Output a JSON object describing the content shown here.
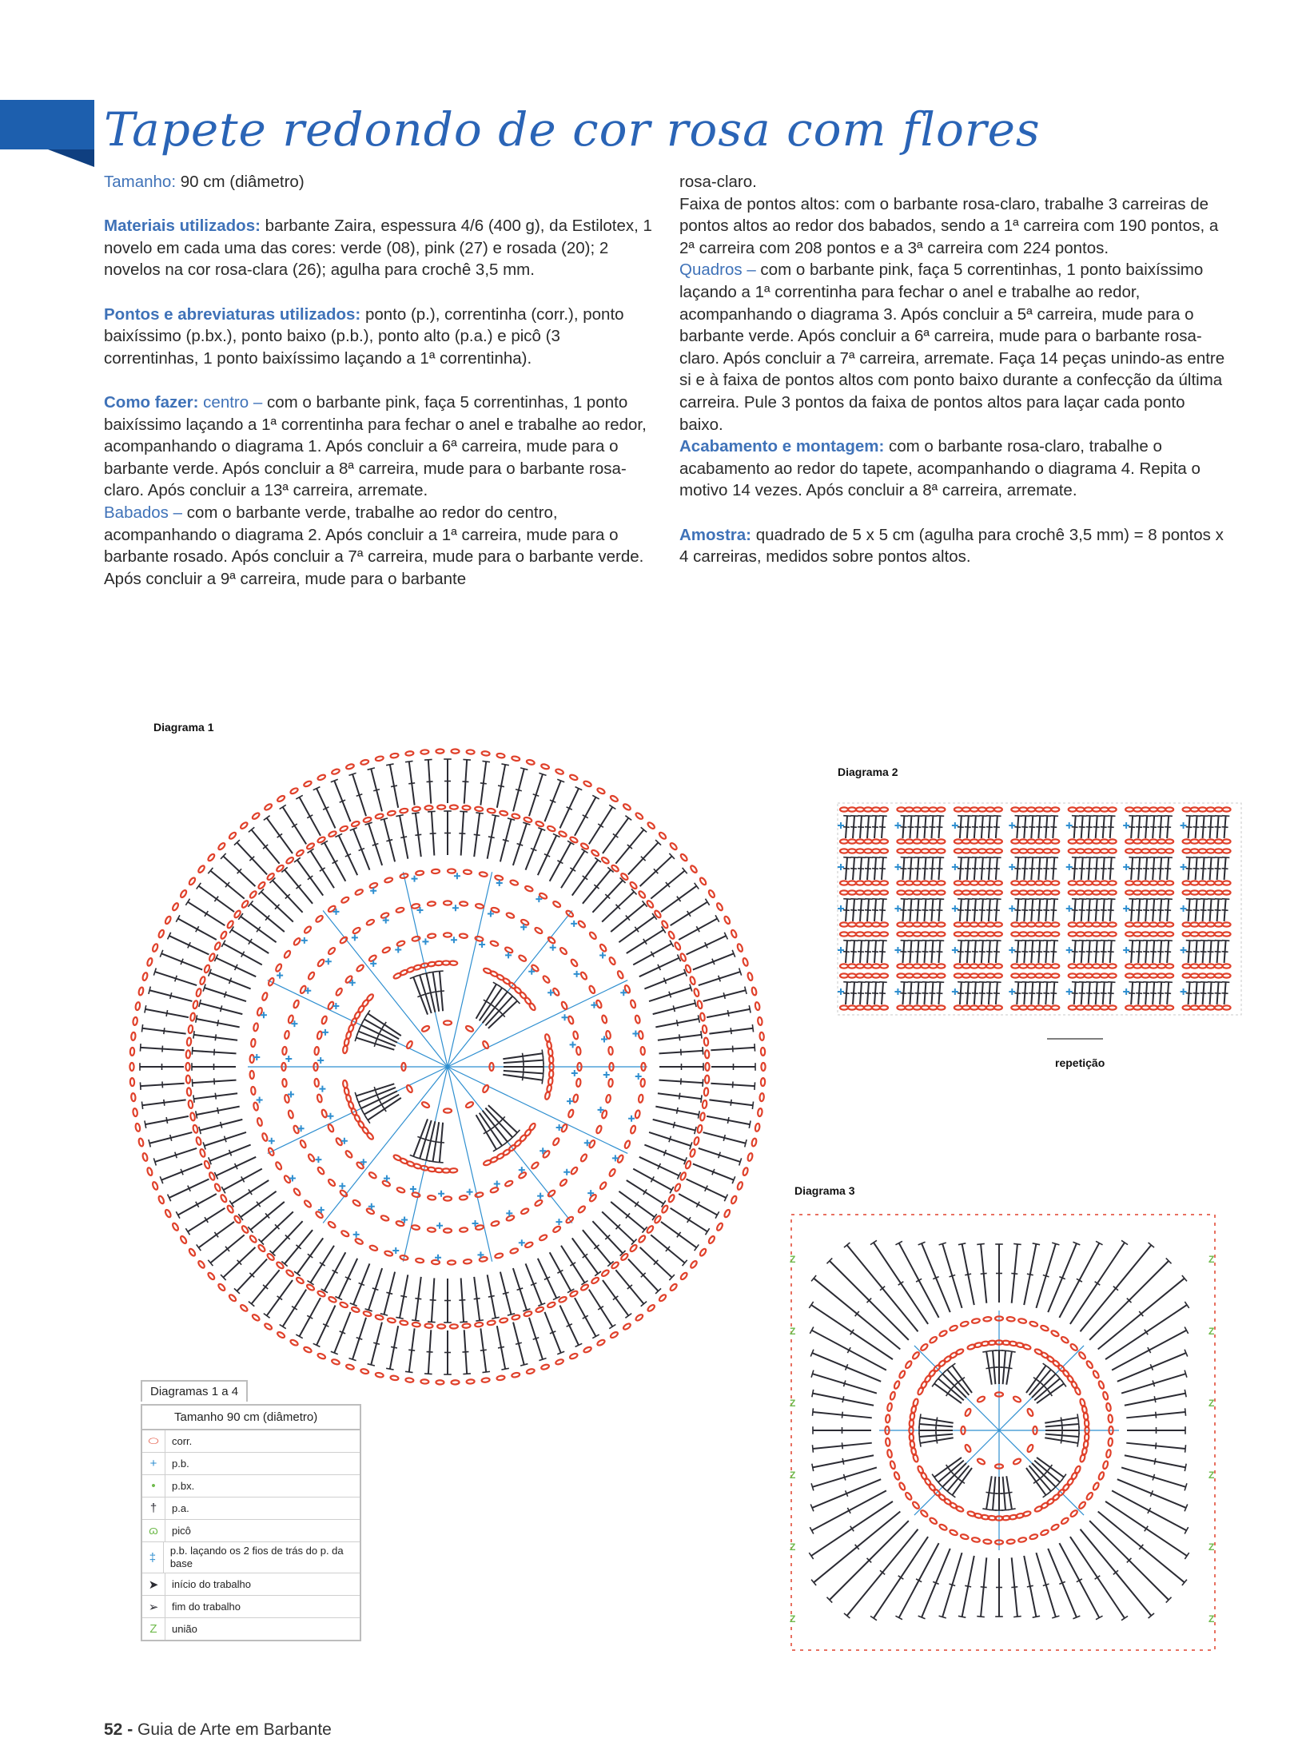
{
  "title": "Tapete redondo de cor rosa com flores",
  "left_column": {
    "size_label": "Tamanho:",
    "size_text": " 90 cm (diâmetro)",
    "materials_label": "Materiais utilizados:",
    "materials_text": " barbante Zaira, espessura 4/6 (400 g), da Estilotex, 1 novelo em cada uma das cores: verde (08), pink (27) e rosada (20); 2 novelos na cor rosa-clara (26); agulha para crochê 3,5 mm.",
    "stitches_label": "Pontos e abreviaturas utilizados:",
    "stitches_text": " ponto (p.), correntinha (corr.), ponto baixíssimo (p.bx.), ponto baixo (p.b.), ponto alto (p.a.) e picô (3 correntinhas, 1 ponto baixíssimo laçando a 1ª correntinha).",
    "how_label": "Como fazer:",
    "center_label": " centro –",
    "center_text": " com o barbante pink, faça 5 correntinhas, 1 ponto baixíssimo laçando a 1ª correntinha para fechar o anel e trabalhe ao redor, acompanhando o diagrama 1. Após concluir a 6ª carreira, mude para o barbante verde. Após concluir a 8ª carreira, mude para o barbante rosa-claro. Após concluir a 13ª carreira, arremate.",
    "ruffles_label": "Babados –",
    "ruffles_text": " com o barbante verde, trabalhe ao redor do centro, acompanhando o diagrama 2. Após concluir a 1ª carreira, mude para o barbante rosado. Após concluir a 7ª carreira, mude para o barbante verde. Após concluir a 9ª carreira, mude para o barbante"
  },
  "right_column": {
    "continuation": "rosa-claro.",
    "band_text": "Faixa de pontos altos: com o barbante rosa-claro, trabalhe 3 carreiras de pontos altos ao redor dos babados, sendo a 1ª carreira com 190 pontos, a 2ª carreira com 208 pontos e a 3ª carreira com 224 pontos.",
    "squares_label": "Quadros –",
    "squares_text": " com o barbante pink, faça 5 correntinhas, 1 ponto baixíssimo laçando a 1ª correntinha para fechar o anel e trabalhe ao redor, acompanhando o diagrama 3. Após concluir a 5ª carreira, mude para o barbante verde. Após concluir a 6ª carreira, mude para o barbante rosa-claro. Após concluir a 7ª carreira, arremate. Faça 14 peças unindo-as entre si e à faixa de pontos altos com ponto baixo durante a confecção da última carreira. Pule 3 pontos da faixa de pontos altos para laçar cada ponto baixo.",
    "finish_label": "Acabamento e montagem:",
    "finish_text": " com o barbante rosa-claro, trabalhe o acabamento ao redor do tapete, acompanhando o diagrama 4. Repita o motivo 14 vezes. Após concluir a 8ª carreira, arremate.",
    "sample_label": "Amostra:",
    "sample_text": " quadrado de 5 x 5 cm (agulha para crochê 3,5 mm) = 8 pontos x 4 carreiras, medidos sobre pontos altos."
  },
  "diagrams": {
    "d1_label": "Diagrama 1",
    "d2_label": "Diagrama 2",
    "d2_repeat": "repetição",
    "d3_label": "Diagrama 3"
  },
  "legend": {
    "header": "Diagramas 1 a 4",
    "subheader": "Tamanho 90 cm (diâmetro)",
    "items": [
      {
        "symbol": "⬭",
        "label": "corr."
      },
      {
        "symbol": "+",
        "label": "p.b."
      },
      {
        "symbol": "•",
        "label": "p.bx."
      },
      {
        "symbol": "†",
        "label": "p.a."
      },
      {
        "symbol": "ɷ",
        "label": "picô"
      },
      {
        "symbol": "‡",
        "label": "p.b. laçando os 2 fios de trás do p. da base"
      },
      {
        "symbol": "➤",
        "label": "início do trabalho"
      },
      {
        "symbol": "➢",
        "label": "fim do trabalho"
      },
      {
        "symbol": "Z",
        "label": "união"
      }
    ]
  },
  "footer": {
    "page": "52 -",
    "publication": " Guia de Arte em Barbante"
  },
  "colors": {
    "title_blue": "#2a64b6",
    "label_blue": "#3f72b8",
    "chain_red": "#e0412b",
    "single_blue": "#2f8fd0",
    "stitch_dark": "#2b2b33",
    "union_green": "#6fba4c"
  }
}
